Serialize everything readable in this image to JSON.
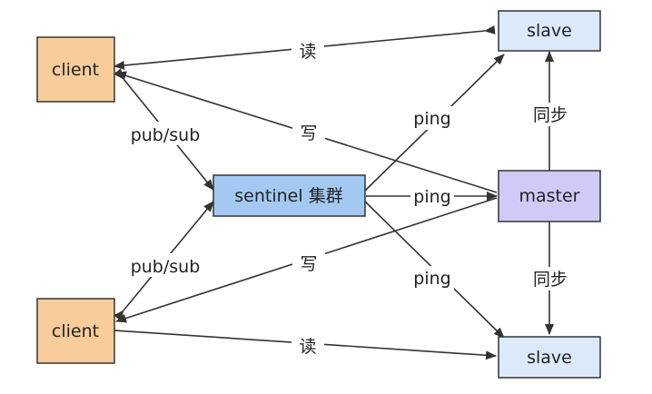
{
  "diagram": {
    "nodes": {
      "client_top": {
        "label": "client",
        "fill": "#f9cd9b"
      },
      "client_bottom": {
        "label": "client",
        "fill": "#f9cd9b"
      },
      "sentinel": {
        "label": "sentinel 集群",
        "fill": "#a3c9f3"
      },
      "master": {
        "label": "master",
        "fill": "#cfcbf7"
      },
      "slave_top": {
        "label": "slave",
        "fill": "#dbe9fb"
      },
      "slave_bottom": {
        "label": "slave",
        "fill": "#dbe9fb"
      }
    },
    "edges": {
      "read_top": {
        "label": "读"
      },
      "write_top": {
        "label": "写"
      },
      "pubsub_top": {
        "label": "pub/sub"
      },
      "ping_slave_top": {
        "label": "ping"
      },
      "ping_master": {
        "label": "ping"
      },
      "ping_slave_bottom": {
        "label": "ping"
      },
      "sync_top": {
        "label": "同步"
      },
      "sync_bottom": {
        "label": "同步"
      },
      "pubsub_bottom": {
        "label": "pub/sub"
      },
      "write_bottom": {
        "label": "写"
      },
      "read_bottom": {
        "label": "读"
      }
    },
    "colors": {
      "line": "#333333",
      "text": "#222222"
    }
  }
}
